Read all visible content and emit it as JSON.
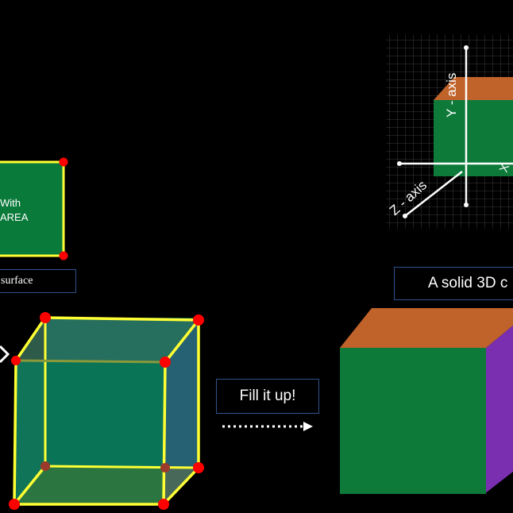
{
  "square": {
    "text_line1": "With",
    "text_line2": "AREA",
    "caption": "surface",
    "fill": "#0a7a3a",
    "edge": "#ffff33",
    "vertex": "#ff0000"
  },
  "wire_cube": {
    "edge": "#ffff33",
    "vertex": "#ff0000",
    "front_fill": "#0b7a5a",
    "right_fill": "#6b3fa0",
    "top_fill": "#7a7a6a"
  },
  "fill_step": {
    "label": "Fill it up!"
  },
  "solid_cube": {
    "label": "A solid 3D c",
    "front": "#0e7a3a",
    "top": "#c0632a",
    "side": "#7a2fb0"
  },
  "axes": {
    "y_label": "Y - axis",
    "z_label": "Z - axis",
    "x_label": "X",
    "front": "#0e7a3a",
    "top": "#c0632a"
  }
}
